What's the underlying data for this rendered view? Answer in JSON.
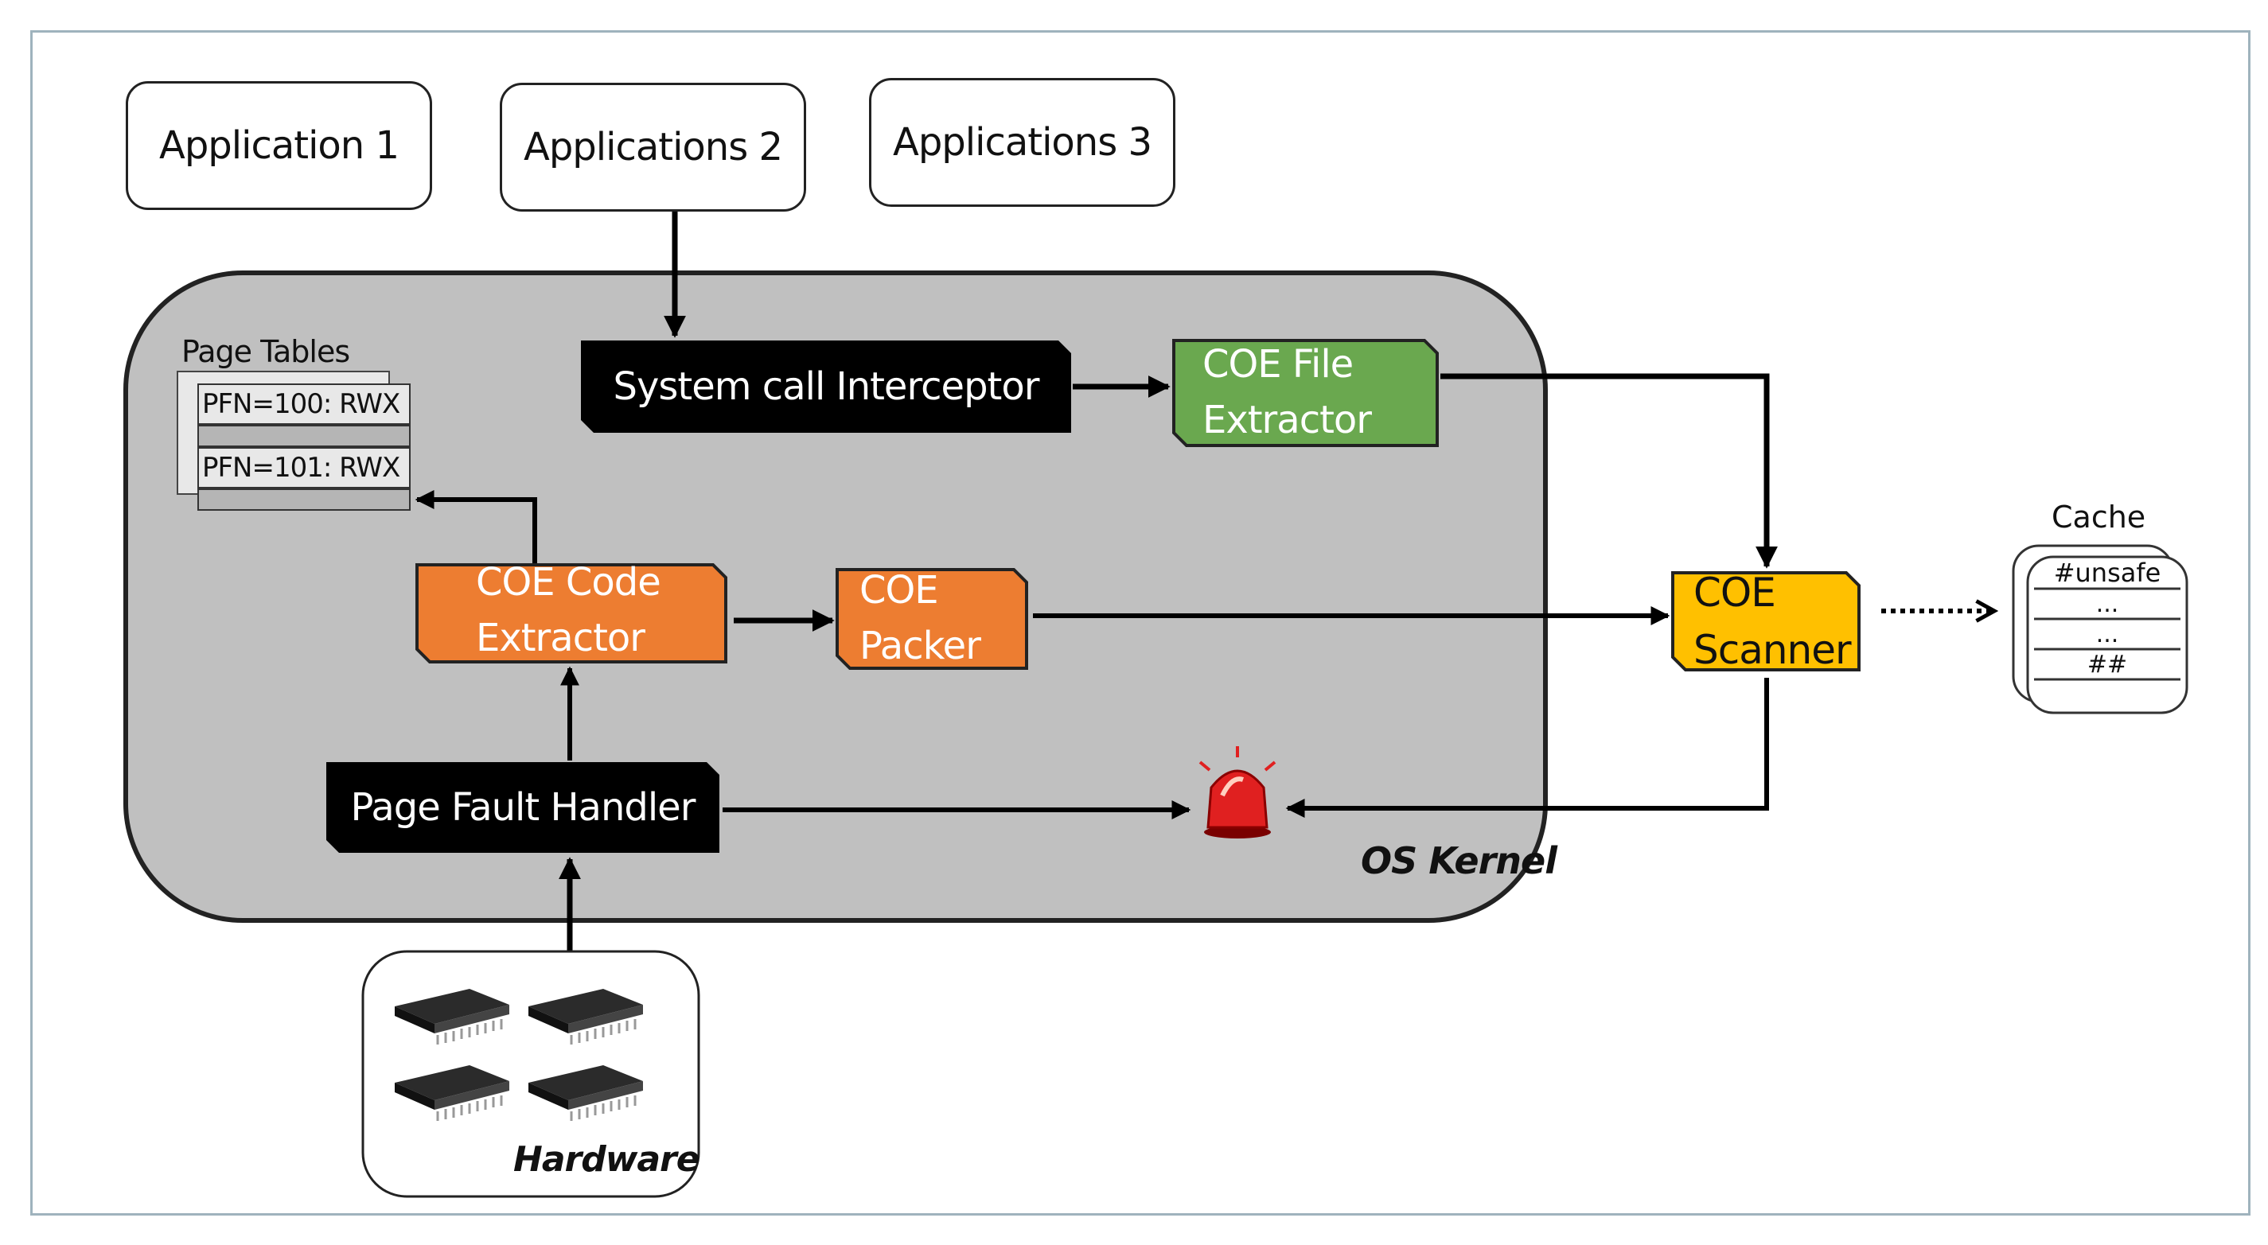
{
  "applications": [
    "Application 1",
    "Applications 2",
    "Applications 3"
  ],
  "kernel_label": "OS Kernel",
  "syscall_interceptor": "System call Interceptor",
  "coe_file_extractor": [
    "COE File",
    "Extractor"
  ],
  "page_tables": {
    "label": "Page Tables",
    "rows": [
      "PFN=100: RWX",
      "PFN=101: RWX"
    ]
  },
  "coe_code_extractor": [
    "COE Code",
    "Extractor"
  ],
  "coe_packer": [
    "COE",
    "Packer"
  ],
  "coe_scanner": [
    "COE",
    "Scanner"
  ],
  "page_fault_handler": "Page Fault Handler",
  "cache": {
    "label": "Cache",
    "entries": [
      "#unsafe",
      "...",
      "...",
      "##"
    ]
  },
  "hardware_label": "Hardware",
  "colors": {
    "green": "#6aa84f",
    "orange": "#ed7d31",
    "yellow": "#ffc000",
    "black": "#000000",
    "kernel_gray": "#c0c0c0",
    "alarm_red": "#e02020"
  },
  "icons": [
    "alarm-light-icon",
    "cpu-chip-icon"
  ]
}
